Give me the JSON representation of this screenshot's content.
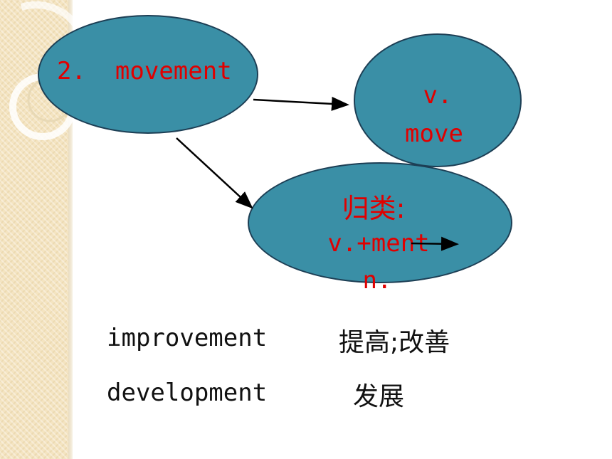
{
  "nodes": {
    "main": {
      "number": "2.",
      "word": "movement"
    },
    "verb": {
      "pos": "v.",
      "word": "move"
    },
    "rule": {
      "title": "归类:",
      "formula": "v.+ment",
      "result": "n."
    }
  },
  "examples": [
    {
      "word": "improvement",
      "meaning": "提高;改善"
    },
    {
      "word": "development",
      "meaning": "发展"
    }
  ],
  "colors": {
    "node_fill": "#3a8fa6",
    "node_border": "#1d3f55",
    "node_text": "#e00000"
  }
}
